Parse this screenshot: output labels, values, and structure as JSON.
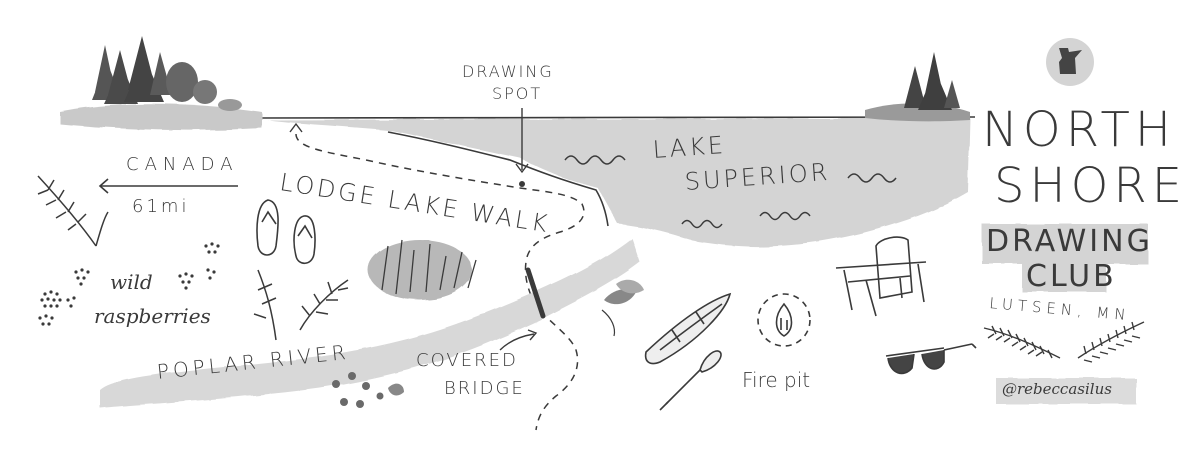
{
  "title": {
    "line1": "NORTH",
    "line2": "SHORE",
    "line3": "DRAWING",
    "line4": "CLUB",
    "location": "LUTSEN, MN"
  },
  "handle": "@rebeccasilus",
  "labels": {
    "drawing_spot_line1": "DRAWING",
    "drawing_spot_line2": "SPOT",
    "canada": "CANADA",
    "canada_distance": "61mi",
    "lodge_lake_walk": "LODGE LAKE WALK",
    "lake": "LAKE",
    "superior": "SUPERIOR",
    "wild": "wild",
    "raspberries": "raspberries",
    "poplar_river": "POPLAR RIVER",
    "covered": "COVERED",
    "bridge": "BRIDGE",
    "fire_pit": "Fire pit"
  },
  "colors": {
    "ink": "#3a3a3a",
    "water": "#d4d4d4",
    "water_dark": "#bdbdbd",
    "tree": "#555555",
    "paper": "#ffffff"
  },
  "icons": [
    "minnesota-state-icon",
    "pine-trees-icon",
    "flip-flops-icon",
    "canoe-icon",
    "paddle-icon",
    "fire-pit-icon",
    "adirondack-chair-icon",
    "sunglasses-icon",
    "raspberry-icon",
    "fern-icon",
    "feather-icon"
  ]
}
